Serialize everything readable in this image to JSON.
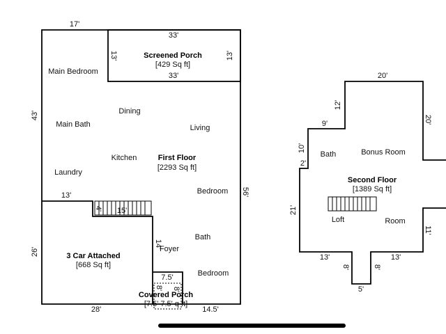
{
  "first_floor": {
    "title": "First Floor",
    "area": "[2293 Sq ft]",
    "rooms": {
      "main_bedroom": "Main Bedroom",
      "dining": "Dining",
      "main_bath": "Main Bath",
      "living": "Living",
      "kitchen": "Kitchen",
      "laundry": "Laundry",
      "bedroom_1": "Bedroom",
      "bath": "Bath",
      "foyer": "Foyer",
      "bedroom_2": "Bedroom"
    },
    "screened_porch": {
      "title": "Screened Porch",
      "area": "[429 Sq ft]"
    },
    "garage": {
      "title": "3 Car Attached",
      "area": "[668 Sq ft]"
    },
    "covered_porch": {
      "title": "Covered Porch",
      "area": "[7.5' 7.5' q ft]"
    },
    "dimensions": {
      "top_left": "17'",
      "porch_top": "33'",
      "porch_bottom": "33'",
      "porch_left": "13'",
      "porch_right": "13'",
      "left_upper": "43'",
      "right_side": "56'",
      "garage_top": "13'",
      "garage_left": "26'",
      "garage_bottom": "28'",
      "stair_4": "4'",
      "stair_15": "15'",
      "foyer_14": "14'",
      "porch_width": "7.5'",
      "porch_8_left": "8'",
      "porch_8_right": "8'",
      "bottom_right": "14.5'"
    }
  },
  "second_floor": {
    "title": "Second Floor",
    "area": "[1389 Sq ft]",
    "rooms": {
      "bath": "Bath",
      "bonus_room": "Bonus Room",
      "loft": "Loft",
      "room": "Room"
    },
    "dimensions": {
      "top": "20'",
      "left_12": "12'",
      "left_9": "9'",
      "left_10": "10'",
      "left_2": "2'",
      "left_21": "21'",
      "right_20": "20'",
      "right_11": "11'",
      "bottom_left_13": "13'",
      "bottom_right_13": "13'",
      "notch_8_left": "8'",
      "notch_8_right": "8'",
      "notch_5": "5'"
    }
  }
}
